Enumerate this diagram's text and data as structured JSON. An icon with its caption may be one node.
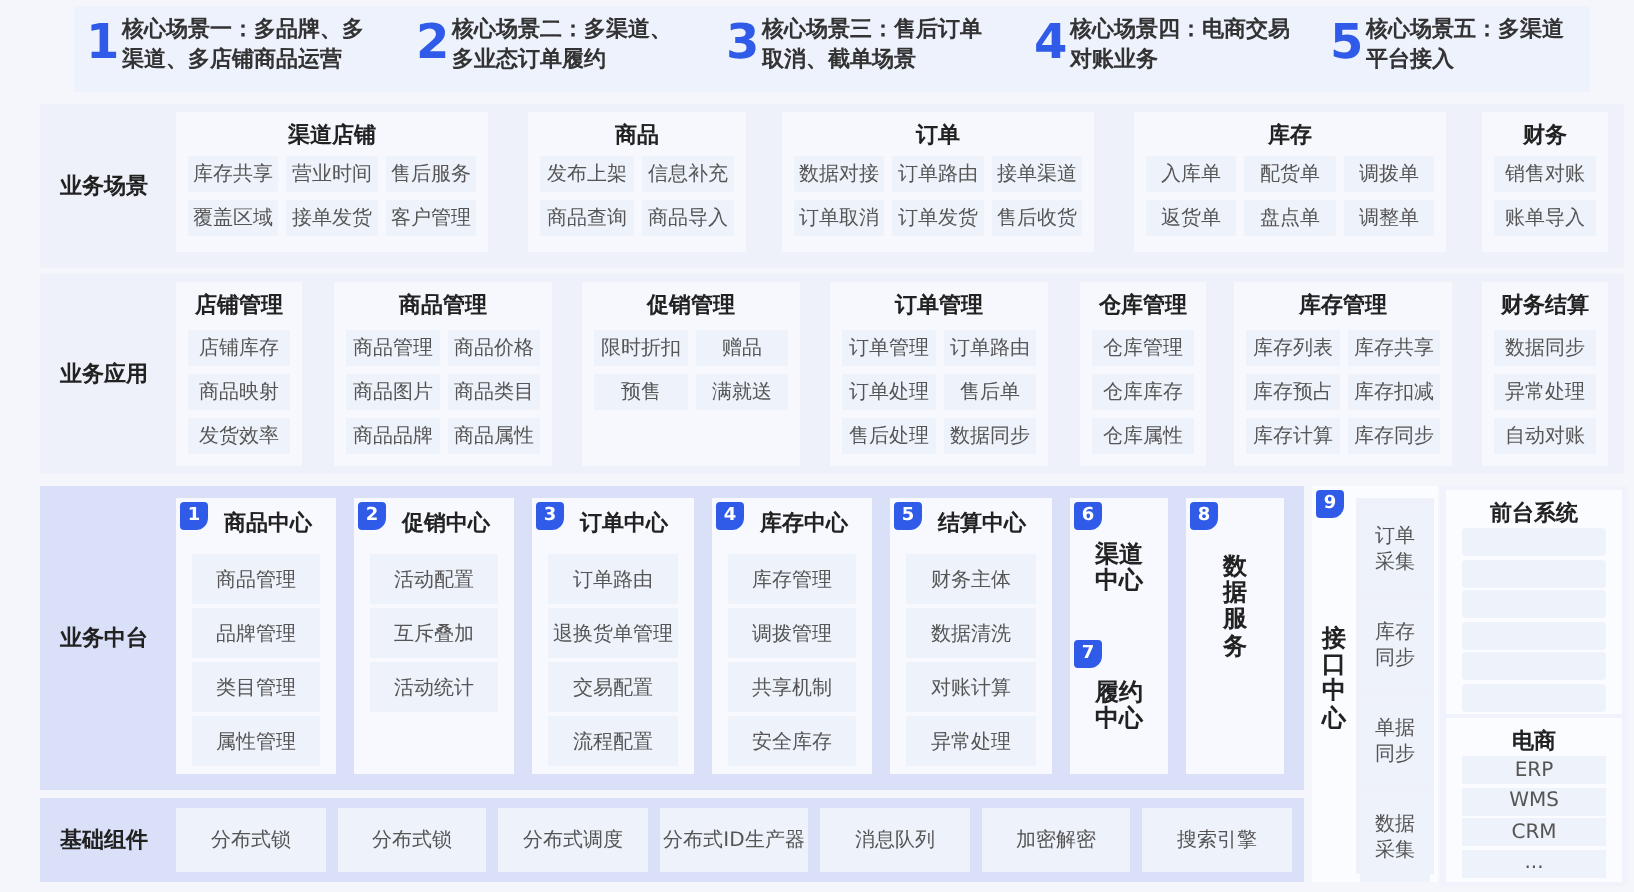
{
  "diagram": {
    "nodes": [
      {
        "text": [
          "业务场景"
        ]
      },
      {
        "text": [
          "渠道店铺"
        ],
        "in": 0
      },
      {
        "text": [
          "库存共享"
        ],
        "in": 1
      },
      {
        "text": [
          "营业时间"
        ],
        "in": 1
      },
      {
        "text": [
          "售后服务"
        ],
        "in": 1
      },
      {
        "text": [
          "覆盖区域"
        ],
        "in": 1
      },
      {
        "text": [
          "接单发货"
        ],
        "in": 1
      },
      {
        "text": [
          "客户管理"
        ],
        "in": 1
      },
      {
        "text": [
          "商品"
        ],
        "in": 0
      },
      {
        "text": [
          "发布上架"
        ],
        "in": 8
      },
      {
        "text": [
          "信息补充"
        ],
        "in": 8
      },
      {
        "text": [
          "商品查询"
        ],
        "in": 8
      },
      {
        "text": [
          "商品导入"
        ],
        "in": 8
      },
      {
        "text": [
          "订单"
        ],
        "in": 0
      },
      {
        "text": [
          "数据对接"
        ],
        "in": 13
      },
      {
        "text": [
          "订单路由"
        ],
        "in": 13
      },
      {
        "text": [
          "接单渠道"
        ],
        "in": 13
      },
      {
        "text": [
          "订单取消"
        ],
        "in": 13
      },
      {
        "text": [
          "订单发货"
        ],
        "in": 13
      },
      {
        "text": [
          "售后收货"
        ],
        "in": 13
      },
      {
        "text": [
          "库存"
        ],
        "in": 0
      },
      {
        "text": [
          "入库单"
        ],
        "in": 20
      },
      {
        "text": [
          "配货单"
        ],
        "in": 20
      },
      {
        "text": [
          "调拨单"
        ],
        "in": 20
      },
      {
        "text": [
          "返货单"
        ],
        "in": 20
      },
      {
        "text": [
          "盘点单"
        ],
        "in": 20
      },
      {
        "text": [
          "调整单"
        ],
        "in": 20
      },
      {
        "text": [
          "财务"
        ],
        "in": 0
      },
      {
        "text": [
          "销售对账"
        ],
        "in": 27
      },
      {
        "text": [
          "账单导入"
        ],
        "in": 27
      },
      {
        "text": [
          "业务应用"
        ]
      },
      {
        "text": [
          "店铺管理"
        ],
        "in": 30
      },
      {
        "text": [
          "店铺库存"
        ],
        "in": 31
      },
      {
        "text": [
          "商品映射"
        ],
        "in": 31
      },
      {
        "text": [
          "发货效率"
        ],
        "in": 31
      },
      {
        "text": [
          "商品管理"
        ],
        "in": 30
      },
      {
        "text": [
          "商品管理"
        ],
        "in": 35
      },
      {
        "text": [
          "商品价格"
        ],
        "in": 35
      },
      {
        "text": [
          "商品图片"
        ],
        "in": 35
      },
      {
        "text": [
          "商品类目"
        ],
        "in": 35
      },
      {
        "text": [
          "商品品牌"
        ],
        "in": 35
      },
      {
        "text": [
          "商品属性"
        ],
        "in": 35
      },
      {
        "text": [
          "促销管理"
        ],
        "in": 30
      },
      {
        "text": [
          "限时折扣"
        ],
        "in": 42
      },
      {
        "text": [
          "赠品"
        ],
        "in": 42
      },
      {
        "text": [
          "预售"
        ],
        "in": 42
      },
      {
        "text": [
          "满就送"
        ],
        "in": 42
      },
      {
        "text": [
          "订单管理"
        ],
        "in": 30
      },
      {
        "text": [
          "订单管理"
        ],
        "in": 47
      },
      {
        "text": [
          "订单路由"
        ],
        "in": 47
      },
      {
        "text": [
          "订单处理"
        ],
        "in": 47
      },
      {
        "text": [
          "售后单"
        ],
        "in": 47
      },
      {
        "text": [
          "售后处理"
        ],
        "in": 47
      },
      {
        "text": [
          "数据同步"
        ],
        "in": 47
      },
      {
        "text": [
          "仓库管理"
        ],
        "in": 30
      },
      {
        "text": [
          "仓库管理"
        ],
        "in": 54
      },
      {
        "text": [
          "仓库库存"
        ],
        "in": 54
      },
      {
        "text": [
          "仓库属性"
        ],
        "in": 54
      },
      {
        "text": [
          "库存管理"
        ],
        "in": 30
      },
      {
        "text": [
          "库存列表"
        ],
        "in": 58
      },
      {
        "text": [
          "库存共享"
        ],
        "in": 58
      },
      {
        "text": [
          "库存预占"
        ],
        "in": 58
      },
      {
        "text": [
          "库存扣减"
        ],
        "in": 58
      },
      {
        "text": [
          "库存计算"
        ],
        "in": 58
      },
      {
        "text": [
          "库存同步"
        ],
        "in": 58
      },
      {
        "text": [
          "财务结算"
        ],
        "in": 30
      },
      {
        "text": [
          "数据同步"
        ],
        "in": 65
      },
      {
        "text": [
          "异常处理"
        ],
        "in": 65
      },
      {
        "text": [
          "自动对账"
        ],
        "in": 65
      },
      {
        "text": [
          "业务中台"
        ]
      },
      {
        "text": [
          "1",
          "商品中心"
        ],
        "in": 69
      },
      {
        "text": [
          "商品管理"
        ],
        "in": 70
      },
      {
        "text": [
          "品牌管理"
        ],
        "in": 70
      },
      {
        "text": [
          "类目管理"
        ],
        "in": 70
      },
      {
        "text": [
          "属性管理"
        ],
        "in": 70
      },
      {
        "text": [
          "2",
          "促销中心"
        ],
        "in": 69
      },
      {
        "text": [
          "活动配置"
        ],
        "in": 75
      },
      {
        "text": [
          "互斥叠加"
        ],
        "in": 75
      },
      {
        "text": [
          "活动统计"
        ],
        "in": 75
      },
      {
        "text": [
          "3",
          "订单中心"
        ],
        "in": 69
      },
      {
        "text": [
          "订单路由"
        ],
        "in": 79
      },
      {
        "text": [
          "退换货单管理"
        ],
        "in": 79
      },
      {
        "text": [
          "交易配置"
        ],
        "in": 79
      },
      {
        "text": [
          "流程配置"
        ],
        "in": 79
      },
      {
        "text": [
          "4",
          "库存中心"
        ],
        "in": 69
      },
      {
        "text": [
          "库存管理"
        ],
        "in": 84
      },
      {
        "text": [
          "调拨管理"
        ],
        "in": 84
      },
      {
        "text": [
          "共享机制"
        ],
        "in": 84
      },
      {
        "text": [
          "安全库存"
        ],
        "in": 84
      },
      {
        "text": [
          "5",
          "结算中心"
        ],
        "in": 69
      },
      {
        "text": [
          "财务主体"
        ],
        "in": 89
      },
      {
        "text": [
          "数据清洗"
        ],
        "in": 89
      },
      {
        "text": [
          "对账计算"
        ],
        "in": 89
      },
      {
        "text": [
          "异常处理"
        ],
        "in": 89
      },
      {
        "text": [
          "6",
          "渠道中心"
        ],
        "in": 69
      },
      {
        "text": [
          "7",
          "履约中心"
        ],
        "in": 69
      },
      {
        "text": [
          "8",
          "数据服务"
        ],
        "in": 69
      },
      {
        "text": [
          "基础组件"
        ]
      },
      {
        "text": [
          "分布式锁"
        ],
        "in": 97
      },
      {
        "text": [
          "分布式锁"
        ],
        "in": 97
      },
      {
        "text": [
          "分布式调度"
        ],
        "in": 97
      },
      {
        "text": [
          "分布式ID生产器"
        ],
        "in": 97
      },
      {
        "text": [
          "消息队列"
        ],
        "in": 97
      },
      {
        "text": [
          "加密解密"
        ],
        "in": 97
      },
      {
        "text": [
          "搜索引擎"
        ],
        "in": 97
      },
      {
        "text": [
          "9",
          "接口中心"
        ]
      },
      {
        "text": [
          "订单采集"
        ],
        "in": 105
      },
      {
        "text": [
          "库存同步"
        ],
        "in": 105
      },
      {
        "text": [
          "单据同步"
        ],
        "in": 105
      },
      {
        "text": [
          "数据采集"
        ],
        "in": 105
      },
      {
        "text": [
          "前台系统"
        ]
      },
      {
        "text": [],
        "shape": "box",
        "in": 110
      },
      {
        "text": [],
        "shape": "box",
        "in": 110
      },
      {
        "text": [],
        "shape": "box",
        "in": 110
      },
      {
        "text": [],
        "shape": "box",
        "in": 110
      },
      {
        "text": [],
        "shape": "box",
        "in": 110
      },
      {
        "text": [],
        "shape": "box",
        "in": 110
      },
      {
        "text": [
          "电商"
        ]
      },
      {
        "text": [
          "ERP"
        ],
        "in": 117
      },
      {
        "text": [
          "WMS"
        ],
        "in": 117
      },
      {
        "text": [
          "CRM"
        ],
        "in": 117
      },
      {
        "text": [
          "..."
        ],
        "in": 117
      }
    ],
    "labels": [
      "1",
      "核心场景一：多品牌、多渠道、多店铺商品运营",
      "2",
      "核心场景二：多渠道、多业态订单履约",
      "3",
      "核心场景三：售后订单取消、截单场景",
      "4",
      "核心场景四：电商交易对账业务",
      "5",
      "核心场景五：多渠道平台接入"
    ]
  }
}
